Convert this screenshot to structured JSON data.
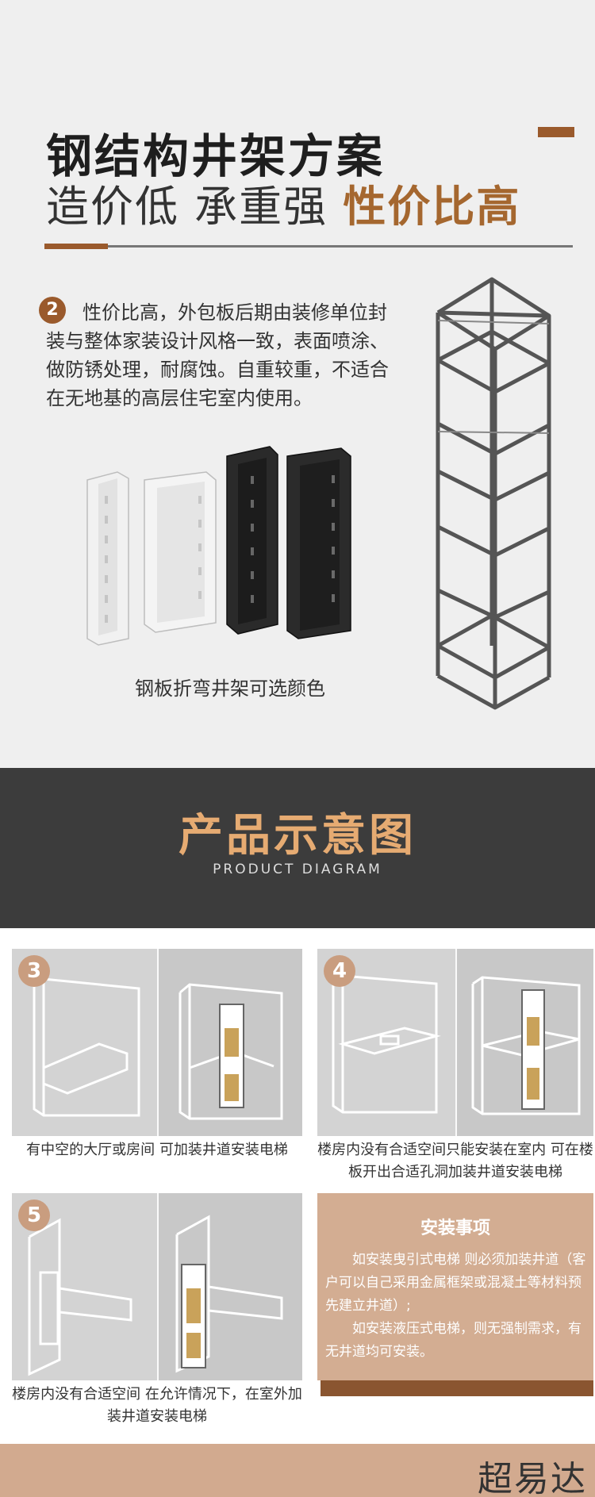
{
  "header": {
    "title_line1": "钢结构井架方案",
    "title_line2_plain": "造价低 承重强 ",
    "title_line2_highlight": "性价比高"
  },
  "feature": {
    "number": "2",
    "description": "性价比高，外包板后期由装修单位封装与整体家装设计风格一致，表面喷涂、做防锈处理，耐腐蚀。自重较重，不适合在无地基的高层住宅室内使用。",
    "panel_caption": "钢板折弯井架可选颜色"
  },
  "banner": {
    "title": "产品示意图",
    "subtitle": "PRODUCT DIAGRAM"
  },
  "cards": [
    {
      "number": "3",
      "caption": "有中空的大厅或房间 可加装井道安装电梯"
    },
    {
      "number": "4",
      "caption": "楼房内没有合适空间只能安装在室内  可在楼板开出合适孔洞加装井道安装电梯"
    },
    {
      "number": "5",
      "caption": "楼房内没有合适空间 在允许情况下，在室外加装井道安装电梯"
    }
  ],
  "notes": {
    "title": "安装事项",
    "paragraph1": "如安装曳引式电梯 则必须加装井道（客户可以自己采用金属框架或混凝土等材料预先建立井道）;",
    "paragraph2": "如安装液压式电梯，则无强制需求，有无井道均可安装。"
  },
  "footer": {
    "brand": "超易达"
  },
  "colors": {
    "accent_brown": "#9a5a2c",
    "highlight_text": "#a5672f",
    "banner_bg": "#3c3c3c",
    "banner_title": "#e6ab72",
    "notes_bg": "#d3ad92",
    "step_badge": "#c99d7f"
  }
}
